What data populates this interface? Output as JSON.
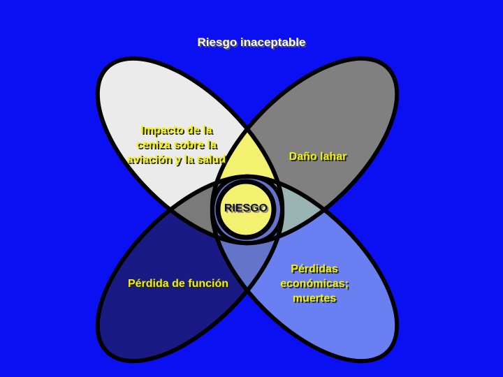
{
  "title": "Riesgo inaceptable",
  "center_label": "RIESGO",
  "petals": [
    {
      "label": "Impacto de la ceniza sobre la aviación y la salud",
      "lines": [
        "Impacto de la",
        "ceniza sobre la",
        "aviación y la salud"
      ],
      "color": "#ebebeb"
    },
    {
      "label": "Daño lahar",
      "color": "#808080"
    },
    {
      "label": "Pérdida de función",
      "color": "#1a1a85"
    },
    {
      "label": "Pérdidas económicas; muertes",
      "lines": [
        "Pérdidas",
        "económicas;",
        "muertes"
      ],
      "color": "#6a80f2"
    }
  ],
  "colors": {
    "background": "#0a10f2",
    "risk": "#f2f270",
    "text": "#f2f200"
  }
}
